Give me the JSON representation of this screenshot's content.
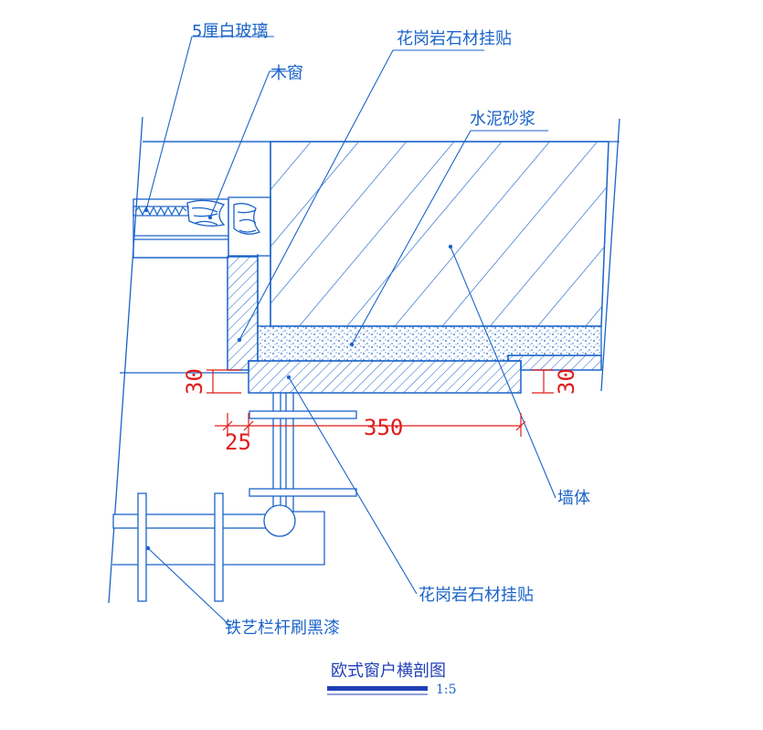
{
  "colors": {
    "line": "#1a63c9",
    "dimension": "#e01c1c",
    "title": "#1f3fb6",
    "background": "#ffffff"
  },
  "labels": {
    "glass": "5厘白玻璃",
    "wood_window": "木窗",
    "granite_top": "花岗岩石材挂贴",
    "mortar": "水泥砂浆",
    "wall": "墙体",
    "granite_bottom": "花岗岩石材挂贴",
    "railing": "铁艺栏杆刷黑漆"
  },
  "dimensions": {
    "left_30": "30",
    "right_30": "30",
    "d25": "25",
    "d350": "350"
  },
  "title": {
    "text": "欧式窗户横剖图",
    "scale": "1:5"
  }
}
